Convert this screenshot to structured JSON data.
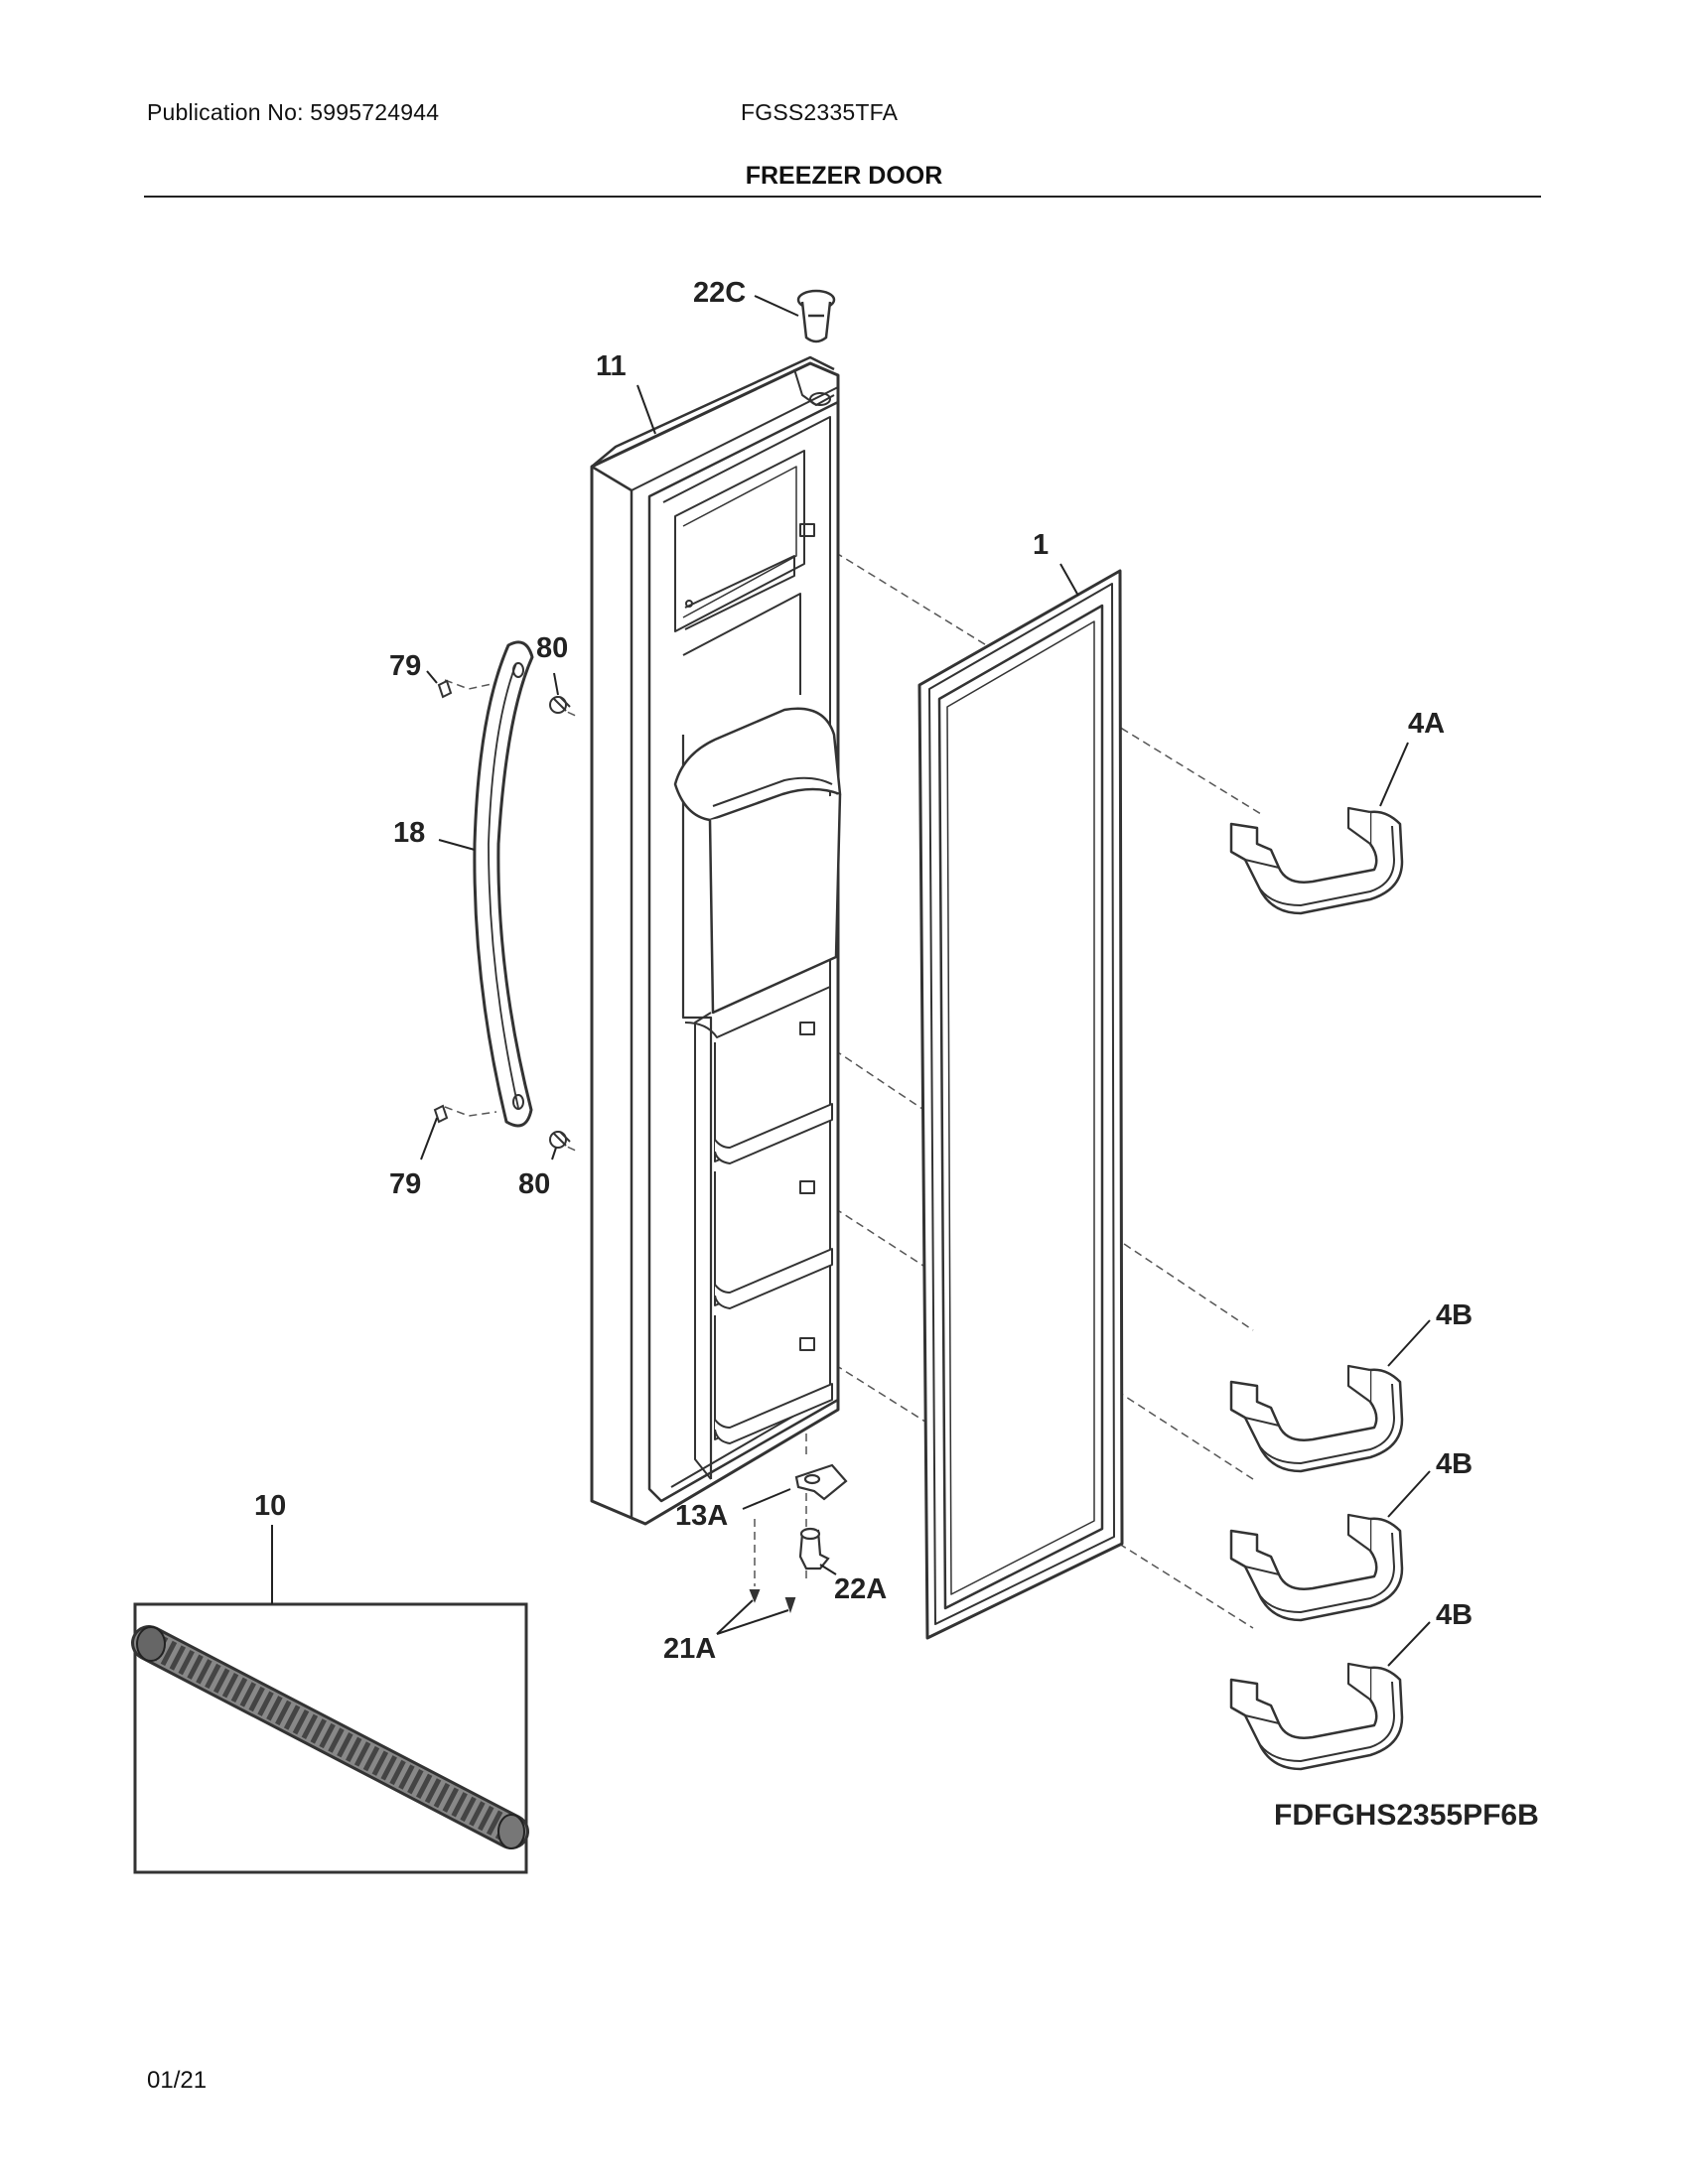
{
  "header": {
    "publication": "Publication No: 5995724944",
    "model": "FGSS2335TFA",
    "title": "FREEZER DOOR"
  },
  "callouts": {
    "c22C": "22C",
    "c11": "11",
    "c1": "1",
    "c80_top": "80",
    "c79_top": "79",
    "c4A": "4A",
    "c18": "18",
    "c79_bottom": "79",
    "c80_bottom": "80",
    "c4B_1": "4B",
    "c4B_2": "4B",
    "c4B_3": "4B",
    "c10": "10",
    "c13A": "13A",
    "c22A": "22A",
    "c21A": "21A"
  },
  "diagram_ref": "FDFGHS2355PF6B",
  "footer": {
    "page": "01/21"
  }
}
